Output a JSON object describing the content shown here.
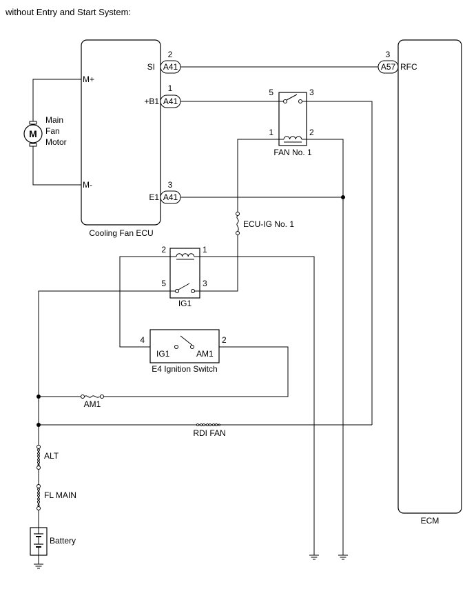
{
  "title": "without Entry and Start System:",
  "cooling_fan_ecu": {
    "label": "Cooling Fan ECU",
    "pins": {
      "mplus": "M+",
      "mminus": "M-",
      "si": "SI",
      "b1": "+B1",
      "e1": "E1"
    }
  },
  "motor": {
    "symbol": "M",
    "line1": "Main",
    "line2": "Fan",
    "line3": "Motor"
  },
  "ecm": {
    "label": "ECM",
    "pin": "RFC"
  },
  "connectors": {
    "si": {
      "name": "A41",
      "pin": "2"
    },
    "b1": {
      "name": "A41",
      "pin": "1"
    },
    "e1": {
      "name": "A41",
      "pin": "3"
    },
    "rfc": {
      "name": "A57",
      "pin": "3"
    }
  },
  "fan_relay": {
    "label": "FAN No. 1",
    "p5": "5",
    "p3": "3",
    "p1": "1",
    "p2": "2"
  },
  "ig1_relay": {
    "label": "IG1",
    "p2": "2",
    "p1": "1",
    "p5": "5",
    "p3": "3"
  },
  "ignition_switch": {
    "label": "E4 Ignition Switch",
    "ig1": "IG1",
    "am1": "AM1",
    "p4": "4",
    "p2": "2"
  },
  "fuses": {
    "ecu_ig": "ECU-IG No. 1",
    "am1": "AM1",
    "rdi_fan": "RDI FAN",
    "alt": "ALT",
    "fl_main": "FL MAIN"
  },
  "battery": {
    "label": "Battery"
  }
}
